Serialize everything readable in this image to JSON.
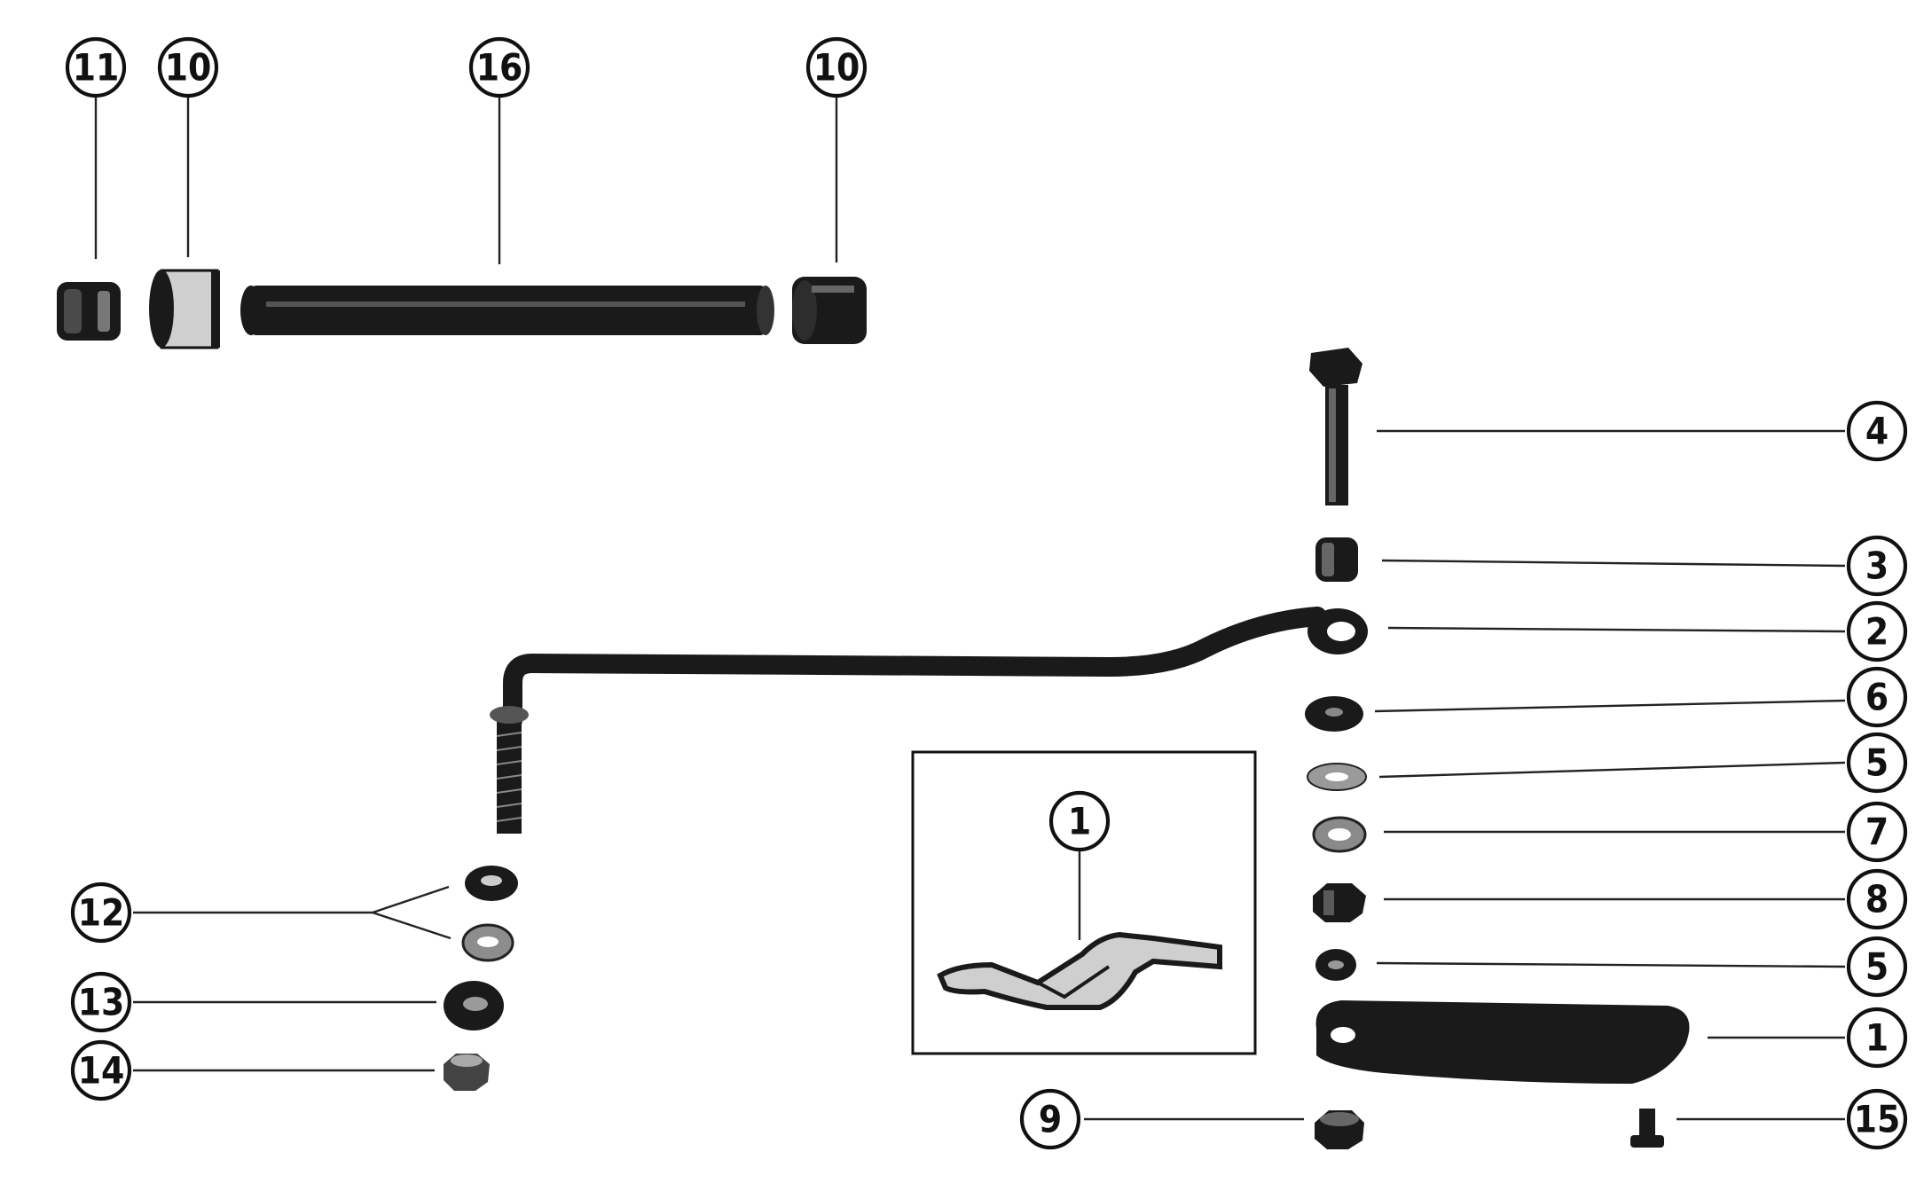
{
  "callouts": [
    {
      "id": "c11",
      "label": "11"
    },
    {
      "id": "c10a",
      "label": "10"
    },
    {
      "id": "c16",
      "label": "16"
    },
    {
      "id": "c10b",
      "label": "10"
    },
    {
      "id": "c4",
      "label": "4"
    },
    {
      "id": "c3",
      "label": "3"
    },
    {
      "id": "c2",
      "label": "2"
    },
    {
      "id": "c6",
      "label": "6"
    },
    {
      "id": "c5a",
      "label": "5"
    },
    {
      "id": "c7",
      "label": "7"
    },
    {
      "id": "c8",
      "label": "8"
    },
    {
      "id": "c5b",
      "label": "5"
    },
    {
      "id": "c1b",
      "label": "1"
    },
    {
      "id": "c15",
      "label": "15"
    },
    {
      "id": "c9",
      "label": "9"
    },
    {
      "id": "c12",
      "label": "12"
    },
    {
      "id": "c13",
      "label": "13"
    },
    {
      "id": "c14",
      "label": "14"
    },
    {
      "id": "c1a",
      "label": "1"
    }
  ],
  "colors": {
    "ink": "#111111",
    "background": "#ffffff"
  }
}
